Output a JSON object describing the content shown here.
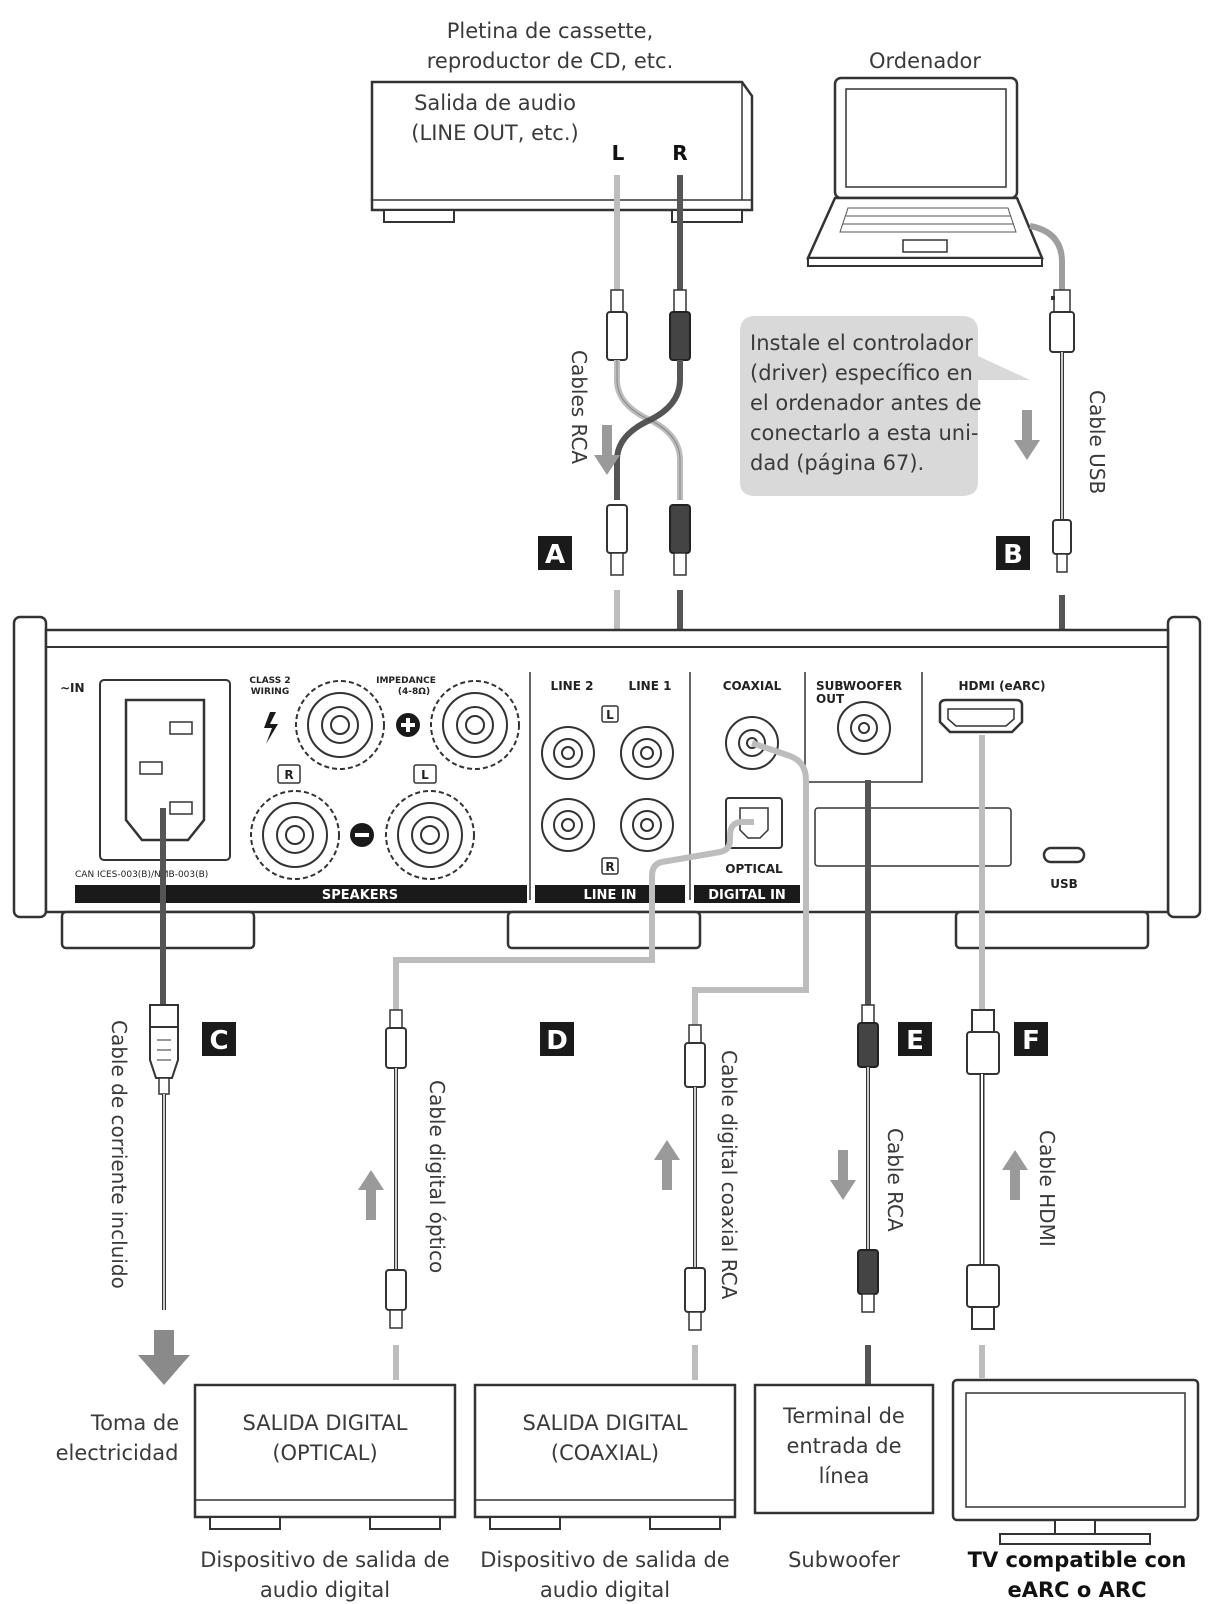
{
  "sources": {
    "cassette_title_l1": "Pletina de cassette,",
    "cassette_title_l2": "reproductor de CD, etc.",
    "audio_out_l1": "Salida de audio",
    "audio_out_l2": "(LINE OUT, etc.)",
    "ch_left": "L",
    "ch_right": "R",
    "computer_title": "Ordenador"
  },
  "note": {
    "lines": [
      "Instale el controlador",
      "(driver) específico en",
      "el ordenador antes de",
      "conectarlo a esta uni-",
      "dad (página 67)."
    ]
  },
  "cables": {
    "rca": "Cables RCA",
    "usb": "Cable USB",
    "power": "Cable de corriente incluido",
    "optical": "Cable digital óptico",
    "coaxial": "Cable digital coaxial RCA",
    "rca_sub": "Cable RCA",
    "hdmi": "Cable HDMI"
  },
  "badges": {
    "a": "A",
    "b": "B",
    "c": "C",
    "d": "D",
    "e": "E",
    "f": "F"
  },
  "panel": {
    "ac_in": "∼IN",
    "class2_l1": "CLASS 2",
    "class2_l2": "WIRING",
    "impedance_l1": "IMPEDANCE",
    "impedance_l2": "(4-8Ω)",
    "spk_r": "R",
    "spk_l": "L",
    "line2": "LINE 2",
    "line1": "LINE 1",
    "line_l": "L",
    "line_r": "R",
    "coaxial": "COAXIAL",
    "optical": "OPTICAL",
    "sub_l1": "SUBWOOFER",
    "sub_l2": "OUT",
    "hdmi": "HDMI (eARC)",
    "usb": "USB",
    "cert": "CAN ICES-003(B)/NMB-003(B)",
    "bar_speakers": "SPEAKERS",
    "bar_line_in": "LINE IN",
    "bar_digital_in": "DIGITAL IN"
  },
  "destinations": {
    "outlet_l1": "Toma de",
    "outlet_l2": "electricidad",
    "dig_opt_l1": "SALIDA DIGITAL",
    "dig_opt_l2": "(OPTICAL)",
    "dig_coax_l1": "SALIDA DIGITAL",
    "dig_coax_l2": "(COAXIAL)",
    "line_term_l1": "Terminal de",
    "line_term_l2": "entrada de",
    "line_term_l3": "línea",
    "dev_opt_l1": "Dispositivo de salida de",
    "dev_opt_l2": "audio digital",
    "dev_coax_l1": "Dispositivo de salida de",
    "dev_coax_l2": "audio digital",
    "subwoofer": "Subwoofer",
    "tv_l1": "TV compatible con",
    "tv_l2": "eARC o ARC"
  },
  "colors": {
    "line_light": "#bdbdbd",
    "line_dark": "#555555",
    "badge": "#1a1a1a",
    "arrow": "#9a9a9a",
    "note_bg": "#d9d9d9"
  }
}
